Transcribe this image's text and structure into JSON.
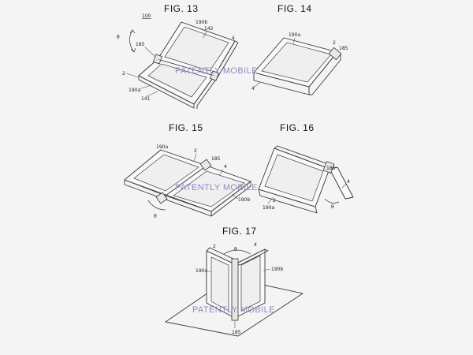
{
  "figures": [
    {
      "title": "FIG. 13",
      "refs": {
        "main": "100",
        "r190b": "190b",
        "r142": "142",
        "r4": "4",
        "theta": "θ",
        "r185": "185",
        "r2": "2",
        "r190a": "190a",
        "r141": "141"
      }
    },
    {
      "title": "FIG. 14",
      "refs": {
        "r190a": "190a",
        "r2": "2",
        "r185": "185",
        "r4": "4"
      }
    },
    {
      "title": "FIG. 15",
      "refs": {
        "r190a": "190a",
        "r2": "2",
        "r185": "185",
        "r4": "4",
        "r190b": "190b",
        "theta": "θ"
      }
    },
    {
      "title": "FIG. 16",
      "refs": {
        "r185": "185",
        "r4": "4",
        "theta": "θ",
        "r2": "2",
        "r190a": "190a"
      }
    },
    {
      "title": "FIG. 17",
      "refs": {
        "r2": "2",
        "theta": "θ",
        "r4": "4",
        "r190a": "190a",
        "r190b": "190b",
        "r185": "185"
      }
    }
  ],
  "watermark": "PATENTLY MOBILE"
}
